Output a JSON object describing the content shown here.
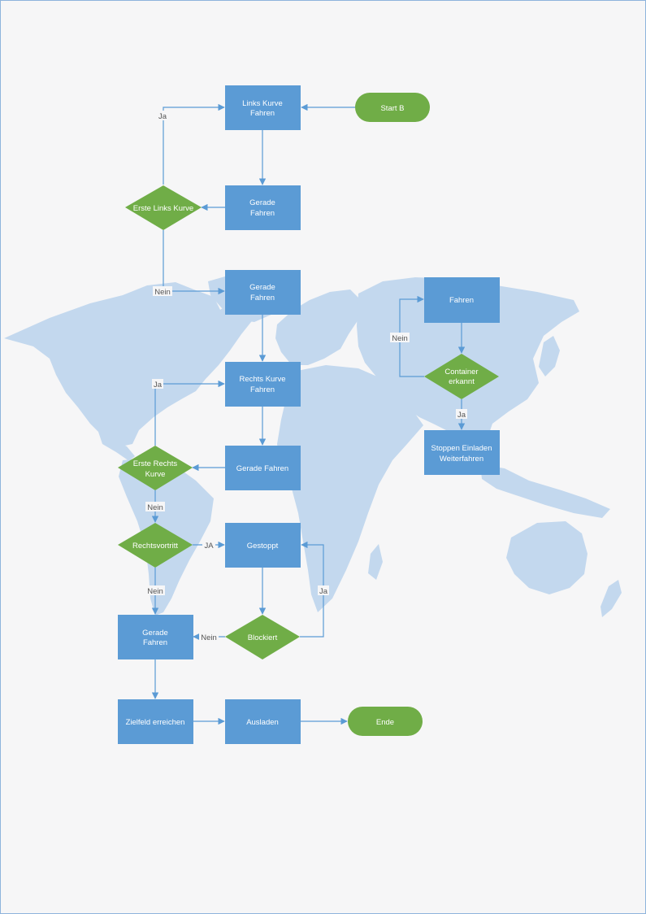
{
  "colors": {
    "process": "#5b9bd5",
    "decision": "#70ad47",
    "terminal": "#70ad47",
    "connector": "#5b9bd5",
    "map": "#c3d8ee",
    "background": "#f6f6f7"
  },
  "background_image": "world-map",
  "nodes": {
    "start_b": {
      "lines": [
        "Start B"
      ]
    },
    "links_kurve": {
      "lines": [
        "Links Kurve",
        "Fahren"
      ]
    },
    "gerade_fahren_1": {
      "lines": [
        "Gerade",
        "Fahren"
      ]
    },
    "erste_links_kurve": {
      "lines": [
        "Erste Links Kurve"
      ]
    },
    "gerade_fahren_2": {
      "lines": [
        "Gerade",
        "Fahren"
      ]
    },
    "rechts_kurve": {
      "lines": [
        "Rechts Kurve",
        "Fahren"
      ]
    },
    "gerade_fahren_3": {
      "lines": [
        "Gerade Fahren"
      ]
    },
    "erste_rechts_kurve": {
      "lines": [
        "Erste Rechts",
        "Kurve"
      ]
    },
    "rechtsvortritt": {
      "lines": [
        "Rechtsvortritt"
      ]
    },
    "gestoppt": {
      "lines": [
        "Gestoppt"
      ]
    },
    "blockiert": {
      "lines": [
        "Blockiert"
      ]
    },
    "gerade_fahren_4": {
      "lines": [
        "Gerade",
        "Fahren"
      ]
    },
    "zielfeld": {
      "lines": [
        "Zielfeld erreichen"
      ]
    },
    "ausladen": {
      "lines": [
        "Ausladen"
      ]
    },
    "ende": {
      "lines": [
        "Ende"
      ]
    },
    "fahren": {
      "lines": [
        "Fahren"
      ]
    },
    "container_erkannt": {
      "lines": [
        "Container",
        "erkannt"
      ]
    },
    "stoppen": {
      "lines": [
        "Stoppen Einladen",
        "Weiterfahren"
      ]
    }
  },
  "edge_labels": {
    "links_ja": "Ja",
    "links_nein": "Nein",
    "rechts_ja": "Ja",
    "rechts_nein": "Nein",
    "rechtsvortritt_ja": "JA",
    "rechtsvortritt_nein": "Nein",
    "blockiert_nein": "Nein",
    "blockiert_ja": "Ja",
    "container_nein": "Nein",
    "container_ja": "Ja"
  }
}
